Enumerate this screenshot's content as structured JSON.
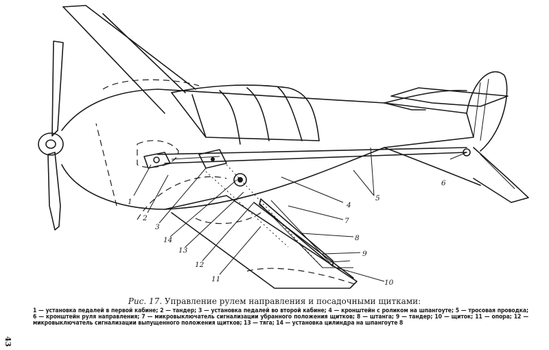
{
  "figure": {
    "label": "Рис. 17.",
    "title": "Управление рулем направления и посадочными щитками:"
  },
  "legend_text": "1 — установка педалей в первой кабине; 2 — тандер; 3 — установка педалей во второй кабине; 4 — кронштейн с роликом на шпангоуте; 5 — тросовая проводка; 6 — кронштейн руля направления; 7 — микровыключатель сигнализации убранного положения щитков; 8 — штанга; 9 — тандер; 10 — щиток; 11 — опора; 12 — микровыключатель сигнализации выпущенного положения щитков; 13 — тяга; 14 — установка цилиндра на шпангоуте 8",
  "callouts": {
    "c1": "1",
    "c2": "2",
    "c3": "3",
    "c4": "4",
    "c5": "5",
    "c6": "6",
    "c7": "7",
    "c8": "8",
    "c9": "9",
    "c10": "10",
    "c11": "11",
    "c12": "12",
    "c13": "13",
    "c14": "14"
  },
  "page_number": "43"
}
